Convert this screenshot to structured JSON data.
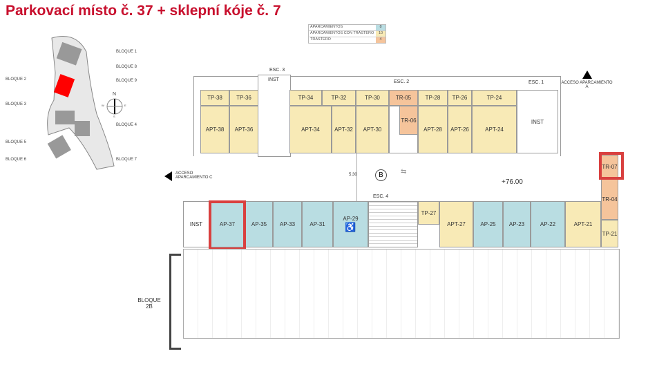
{
  "title": "Parkovací místo č. 37 + sklepní kóje č. 7",
  "legend": [
    {
      "label": "APARCAMIENTOS",
      "value": "8",
      "color": "#b9dde2"
    },
    {
      "label": "APARCAMIENTOS CON TRASTERO",
      "value": "10",
      "color": "#f8eab6"
    },
    {
      "label": "TRASTERO",
      "value": "4",
      "color": "#f5c49b"
    }
  ],
  "sitemap": {
    "blocks": [
      "BLOQUE 1",
      "BLOQUE 8",
      "BLOQUE 9",
      "BLOQUE 2",
      "BLOQUE 3",
      "BLOQUE 4",
      "BLOQUE 5",
      "BLOQUE 6",
      "BLOQUE 7"
    ],
    "compass": {
      "n": "N",
      "s": "S",
      "e": "E",
      "w": "W"
    },
    "highlight_color": "#ff0000"
  },
  "labels": {
    "esc1": "ESC. 1",
    "esc2": "ESC. 2",
    "esc3": "ESC. 3",
    "esc4": "ESC. 4",
    "inst": "INST",
    "acceso_a": "ACCESO APARCAMIENTO A",
    "acceso_c": "ACCESO APARCAMIENTO C",
    "dim": "5.30",
    "zone": "B",
    "level": "+76.00",
    "bloque": "BLOQUE 2B"
  },
  "top_units": [
    "TP-38",
    "TP-36",
    "TP-34",
    "TP-32",
    "TP-30",
    "TR-05",
    "TP-28",
    "TP-26",
    "TP-24",
    "APT-38",
    "APT-36",
    "APT-34",
    "APT-32",
    "APT-30",
    "TR-06",
    "APT-28",
    "APT-26",
    "APT-24",
    "INST"
  ],
  "bottom_units": [
    "INST",
    "AP-37",
    "AP-35",
    "AP-33",
    "AP-31",
    "AP-29",
    "TP-27",
    "APT-27",
    "AP-25",
    "AP-23",
    "AP-22",
    "APT-21",
    "TR-07",
    "TR-04",
    "TP-21"
  ],
  "highlighted": [
    "AP-37",
    "TR-07"
  ],
  "highlight_color": "#d9403f"
}
